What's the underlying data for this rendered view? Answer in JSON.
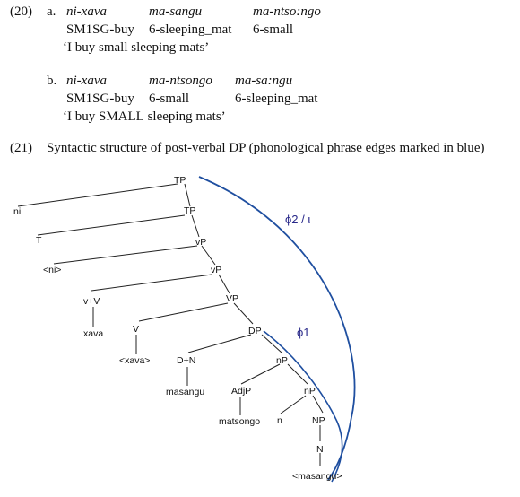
{
  "ex20": {
    "number": "(20)",
    "a": {
      "letter": "a.",
      "line1": [
        "ni-xava",
        "ma-sangu",
        "ma-ntso:ngo"
      ],
      "line2": [
        "SM1SG-buy",
        "6-sleeping_mat",
        "6-small"
      ],
      "translation": "‘I buy small sleeping mats’"
    },
    "b": {
      "letter": "b.",
      "line1": [
        "ni-xava",
        "ma-ntsongo",
        "ma-sa:ngu"
      ],
      "line2": [
        "SM1SG-buy",
        "6-small",
        "6-sleeping_mat"
      ],
      "translation_pre": "‘I buy ",
      "translation_sc": "SMALL",
      "translation_post": " sleeping mats’"
    }
  },
  "ex21": {
    "number": "(21)",
    "caption": "Syntactic structure of post-verbal DP (phonological phrase edges marked in blue)"
  },
  "tree": {
    "nodes": {
      "tp1": "TP",
      "ni": "ni",
      "tp2": "TP",
      "t": "T",
      "vp1": "vP",
      "ni_trace": "<ni>",
      "vp2": "vP",
      "vv": "v+V",
      "vp3": "VP",
      "xava": "xava",
      "v": "V",
      "dp": "DP",
      "xava_trace": "<xava>",
      "dn": "D+N",
      "np1": "nP",
      "masangu": "masangu",
      "adjp": "AdjP",
      "np2": "nP",
      "matsongo": "matsongo",
      "n": "n",
      "np3": "NP",
      "nn": "N",
      "masangu_trace": "<masangu>"
    },
    "phrase_labels": {
      "phi2": "ϕ2 / ι",
      "phi1": "ϕ1"
    },
    "boundary_color": "#1f4fa0"
  }
}
